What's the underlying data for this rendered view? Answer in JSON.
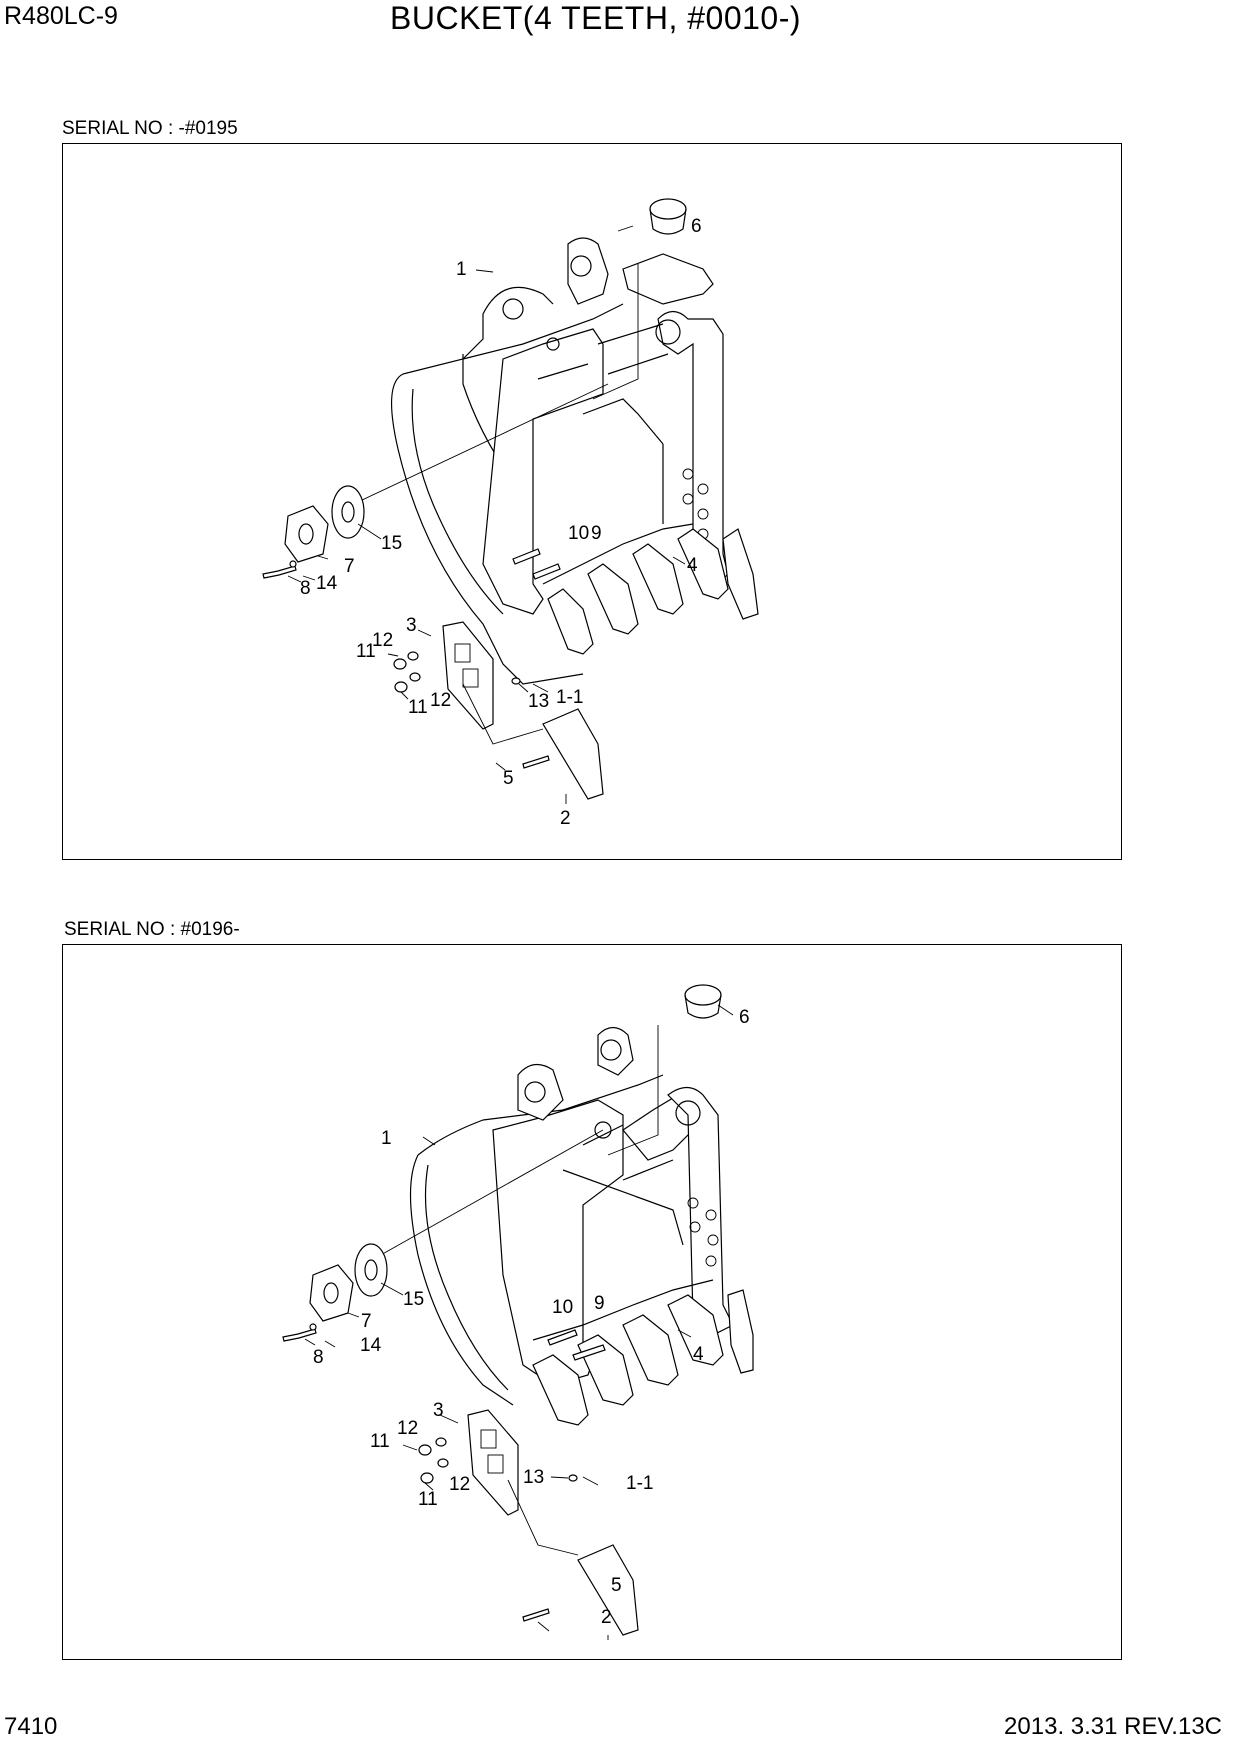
{
  "header": {
    "model": "R480LC-9",
    "title": "BUCKET(4 TEETH, #0010-)"
  },
  "sections": [
    {
      "serial": "SERIAL NO : -#0195",
      "callouts": [
        "1",
        "2",
        "3",
        "4",
        "5",
        "6",
        "7",
        "8",
        "10",
        "9",
        "11",
        "12",
        "11",
        "12",
        "13",
        "1-1",
        "14",
        "15"
      ]
    },
    {
      "serial": "SERIAL NO : #0196-",
      "callouts": [
        "1",
        "2",
        "3",
        "4",
        "5",
        "6",
        "7",
        "8",
        "10",
        "9",
        "11",
        "12",
        "11",
        "12",
        "13",
        "1-1",
        "14",
        "15"
      ]
    }
  ],
  "footer": {
    "page": "7410",
    "revision": "2013. 3.31  REV.13C"
  }
}
